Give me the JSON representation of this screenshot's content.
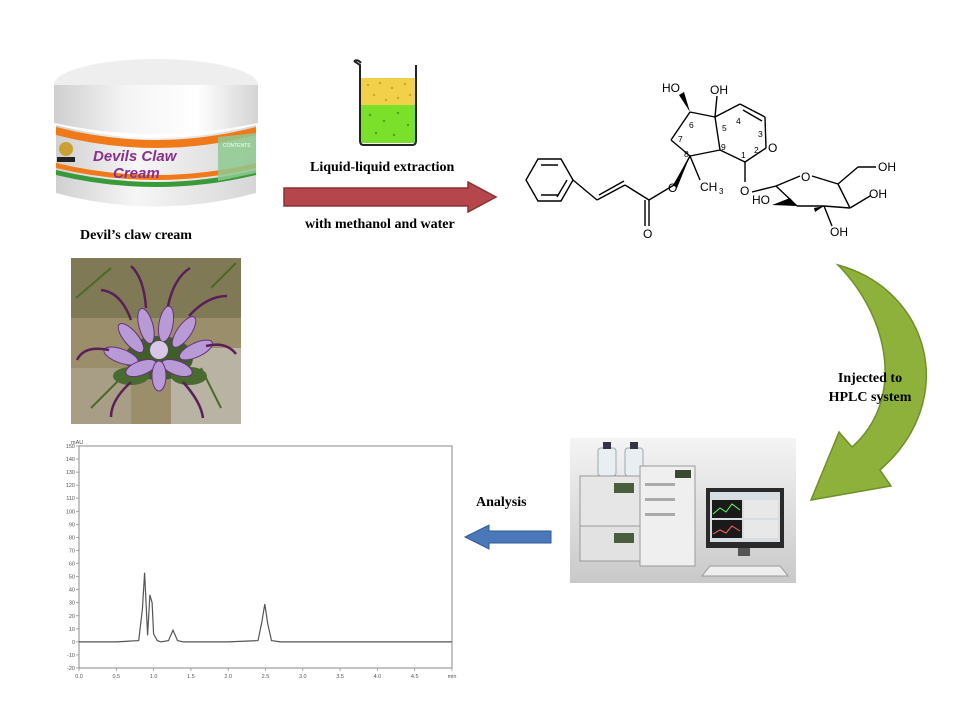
{
  "product": {
    "jar_label_line1": "Devils Claw",
    "jar_label_line2": "Cream",
    "jar_side_text": "CONTENTS",
    "caption": "Devil’s claw cream"
  },
  "extraction": {
    "line1": "Liquid-liquid  extraction",
    "line2": "with  methanol  and  water"
  },
  "molecule": {
    "oh_6": "HO",
    "oh_5": "OH",
    "n6": "6",
    "n5": "5",
    "n4": "4",
    "n3": "3",
    "n2": "2",
    "n1": "1",
    "n7": "7",
    "n8": "8",
    "n9": "9",
    "ring_o": "O",
    "ester_o": "O",
    "carbonyl_o": "O",
    "ch3": "CH",
    "ch3_sub": "3",
    "glyc_o": "O",
    "sugar_ring_o": "O",
    "sugar_oh_ch2": "OH",
    "sugar_oh_right": "OH",
    "sugar_oh_left": "HO",
    "sugar_oh_bottom": "OH"
  },
  "injection": {
    "line1": "Injected to",
    "line2": "HPLC system"
  },
  "analysis_label": "Analysis",
  "colors": {
    "red_arrow": "#b5464b",
    "green_arrow": "#8db13a",
    "blue_arrow": "#4a78b8",
    "trace": "#555555"
  },
  "chart_data": {
    "type": "line",
    "title": "",
    "xlabel": "min",
    "ylabel": "mAU",
    "xlim": [
      0,
      5
    ],
    "ylim": [
      -20,
      150
    ],
    "x_ticks": [
      "0.0",
      "0.5",
      "1.0",
      "1.5",
      "2.0",
      "2.5",
      "3.0",
      "3.5",
      "4.0",
      "4.5",
      "min"
    ],
    "y_ticks": [
      "150",
      "140",
      "130",
      "120",
      "110",
      "100",
      "90",
      "80",
      "70",
      "60",
      "50",
      "40",
      "30",
      "20",
      "10",
      "0",
      "-10",
      "-20"
    ],
    "series": [
      {
        "x": [
          0.0,
          0.5,
          0.8,
          0.85,
          0.88,
          0.92,
          0.95,
          0.98,
          1.0,
          1.05,
          1.1,
          1.2,
          1.26,
          1.32,
          1.4,
          1.6,
          2.0,
          2.4,
          2.45,
          2.49,
          2.53,
          2.58,
          2.7,
          3.0,
          3.5,
          4.0,
          4.5,
          5.0
        ],
        "y": [
          0,
          0,
          1,
          25,
          53,
          5,
          36,
          30,
          6,
          1,
          0,
          1,
          9,
          1,
          0,
          0,
          0,
          1,
          15,
          29,
          14,
          1,
          0,
          0,
          0,
          0,
          0,
          0
        ]
      }
    ]
  }
}
